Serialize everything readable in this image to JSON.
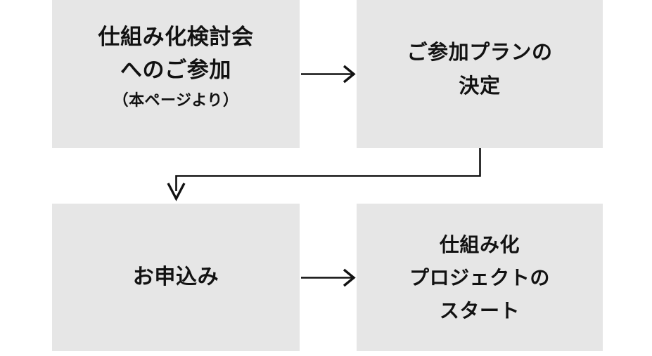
{
  "diagram": {
    "title": "",
    "type": "flowchart",
    "background_color": "#ffffff",
    "node_fill_color": "#e6e6e6",
    "text_color": "#121212",
    "connector_color": "#111111",
    "nodes": [
      {
        "id": "node-1",
        "name": "participation-in-study-group",
        "step": 1,
        "lines": [
          {
            "text": "仕組み化検討会",
            "style": "main"
          },
          {
            "text": "へのご参加",
            "style": "main"
          },
          {
            "text": "（本ページより）",
            "style": "note"
          }
        ]
      },
      {
        "id": "node-2",
        "name": "plan-decision",
        "step": 2,
        "lines": [
          {
            "text": "ご参加プランの",
            "style": "main"
          },
          {
            "text": "決定",
            "style": "main"
          }
        ]
      },
      {
        "id": "node-3",
        "name": "application",
        "step": 3,
        "lines": [
          {
            "text": "お申込み",
            "style": "main"
          }
        ]
      },
      {
        "id": "node-4",
        "name": "project-start",
        "step": 4,
        "lines": [
          {
            "text": "仕組み化",
            "style": "main"
          },
          {
            "text": "プロジェクトの",
            "style": "main"
          },
          {
            "text": "スタート",
            "style": "main"
          }
        ]
      }
    ],
    "connectors": [
      {
        "id": "arrow-1-to-2",
        "name": "arrow-step1-to-step2",
        "direction": "right"
      },
      {
        "id": "arrow-2-to-3",
        "name": "elbow-arrow-step2-to-step3",
        "direction": "down-left"
      },
      {
        "id": "arrow-3-to-4",
        "name": "arrow-step3-to-step4",
        "direction": "right"
      }
    ]
  }
}
